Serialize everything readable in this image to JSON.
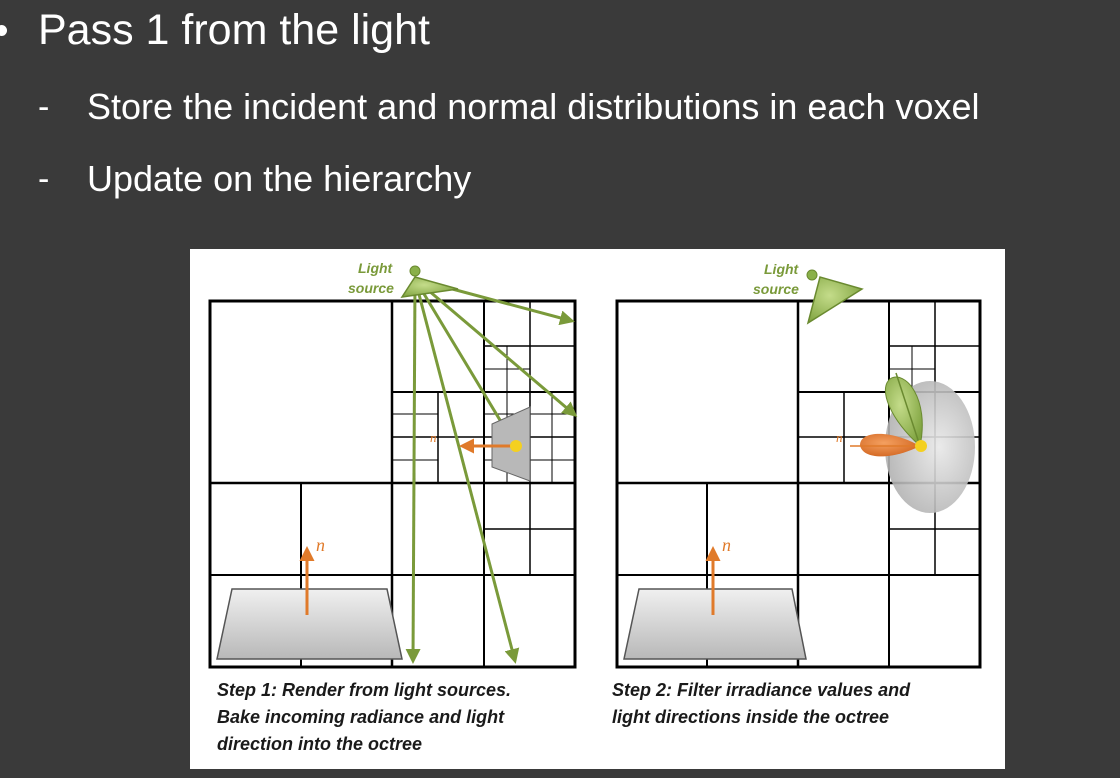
{
  "slide": {
    "title": "Pass 1 from the light",
    "items": [
      {
        "dash": "-",
        "text": "Store the incident and normal distributions in each voxel"
      },
      {
        "dash": "-",
        "text": "Update on the hierarchy"
      }
    ]
  },
  "figure": {
    "left_panel": {
      "light_label_line1": "Light",
      "light_label_line2": "source",
      "normal_label": "n",
      "caption": [
        "Step 1: Render from light sources.",
        "Bake incoming radiance and light",
        "direction into the octree"
      ]
    },
    "right_panel": {
      "light_label_line1": "Light",
      "light_label_line2": "source",
      "normal_label": "n",
      "caption": [
        "Step 2: Filter irradiance values and",
        "light directions inside the octree"
      ]
    },
    "colors": {
      "grid": "#000000",
      "light_green": "#8ab04a",
      "light_green_dark": "#6a8a30",
      "orange": "#e07a2a",
      "surface_gray": "#d8d8d8",
      "lobe_gray": "#c8c8c8",
      "hit_yellow": "#f4d020"
    }
  }
}
